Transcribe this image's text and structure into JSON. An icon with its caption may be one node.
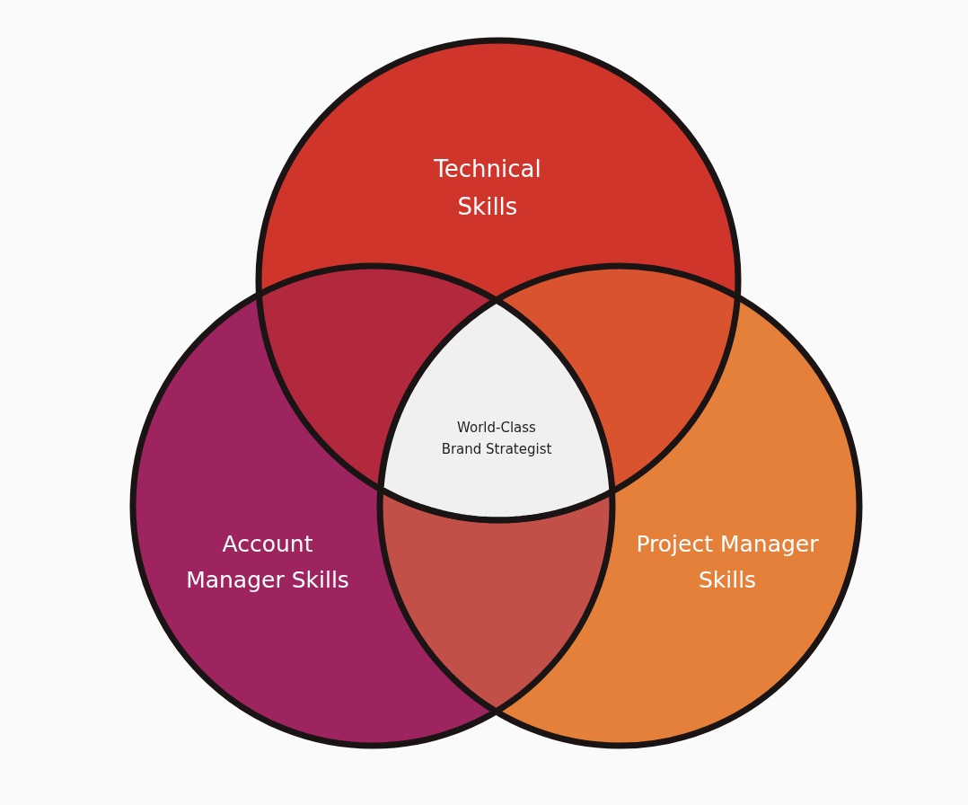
{
  "diagram": {
    "nodes": [
      {
        "text": [
          "Technical Skills"
        ]
      },
      {
        "text": [
          "Account Manager Skills"
        ]
      },
      {
        "text": [
          "Project Manager Skills"
        ]
      },
      {
        "text": [
          "World-Class Brand Strategist"
        ]
      }
    ],
    "edges": []
  }
}
